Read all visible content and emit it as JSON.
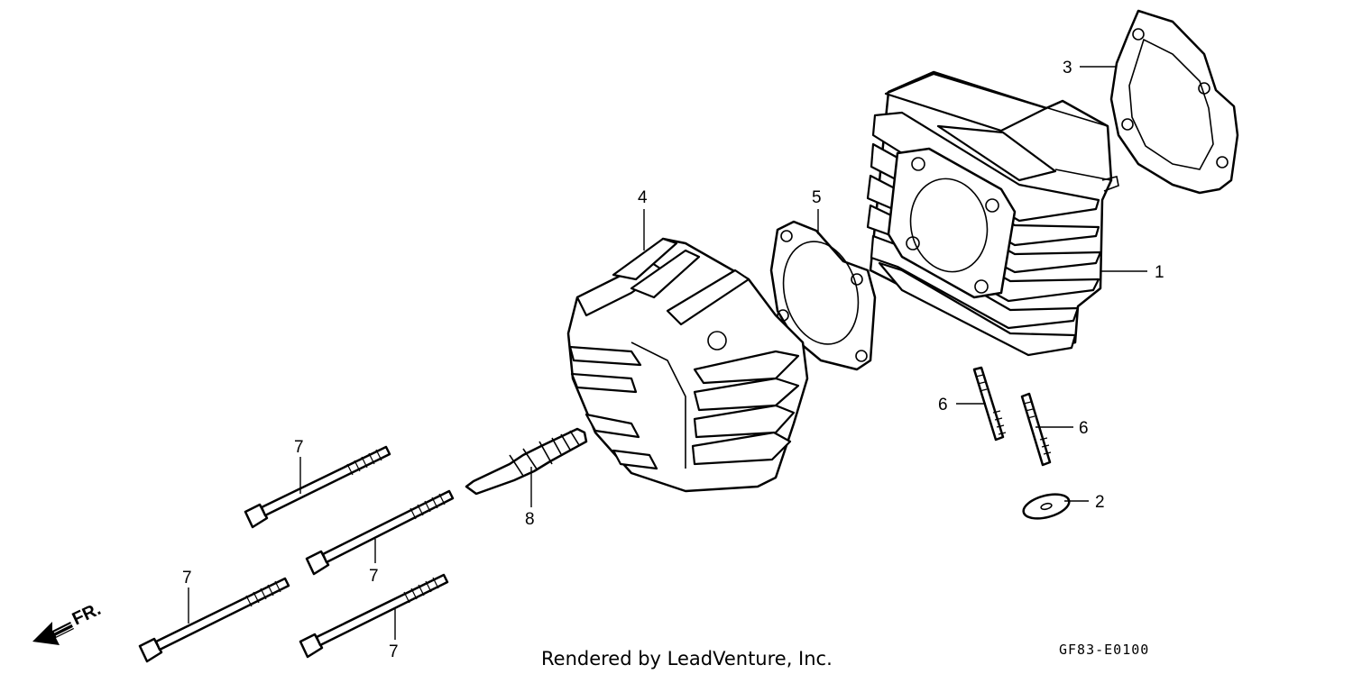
{
  "callouts": {
    "c1": "1",
    "c2": "2",
    "c3": "3",
    "c4": "4",
    "c5": "5",
    "c6a": "6",
    "c6b": "6",
    "c7a": "7",
    "c7b": "7",
    "c7c": "7",
    "c7d": "7",
    "c8": "8"
  },
  "direction_label": "FR.",
  "credit": "Rendered by LeadVenture, Inc.",
  "diagram_code": "GF83-E0100"
}
